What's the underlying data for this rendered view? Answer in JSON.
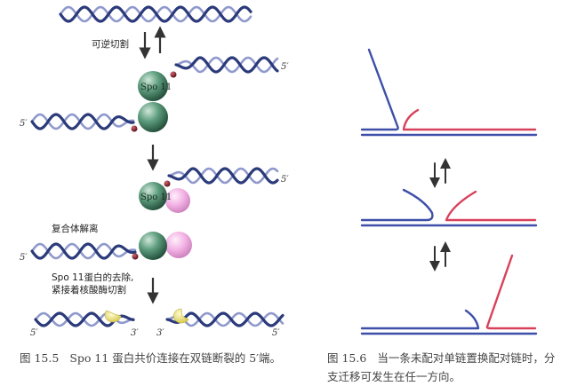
{
  "left_panel": {
    "step_labels": {
      "reversible_cleavage": "可逆切割",
      "complex_dissociation": "复合体解离",
      "removal_line1": "Spo 11蛋白的去除,",
      "removal_line2": "紧接着核酸酶切割"
    },
    "protein_label_1": "Spo 11",
    "protein_label_2": "Spo 11",
    "end_labels": {
      "five_prime": "5′",
      "three_prime": "3′"
    },
    "colors": {
      "dna_dark": "#2b3a7a",
      "dna_light": "#8f99cc",
      "spo11_green": "#4f8f70",
      "link_red": "#8a1f2a",
      "partner_pink": "#f0a8e0",
      "nuclease_yellow": "#e8e070"
    }
  },
  "right_panel": {
    "colors": {
      "blue_strand": "#3d4fa8",
      "red_strand": "#d8415a",
      "arrow": "#333333"
    }
  },
  "captions": {
    "fig_15_5": {
      "number": "图 15.5",
      "text": "Spo 11 蛋白共价连接在双链断裂的 5′端。"
    },
    "fig_15_6": {
      "number": "图 15.6",
      "text": "当一条未配对单链置换配对链时，分支迁移可发生在任一方向。"
    }
  }
}
